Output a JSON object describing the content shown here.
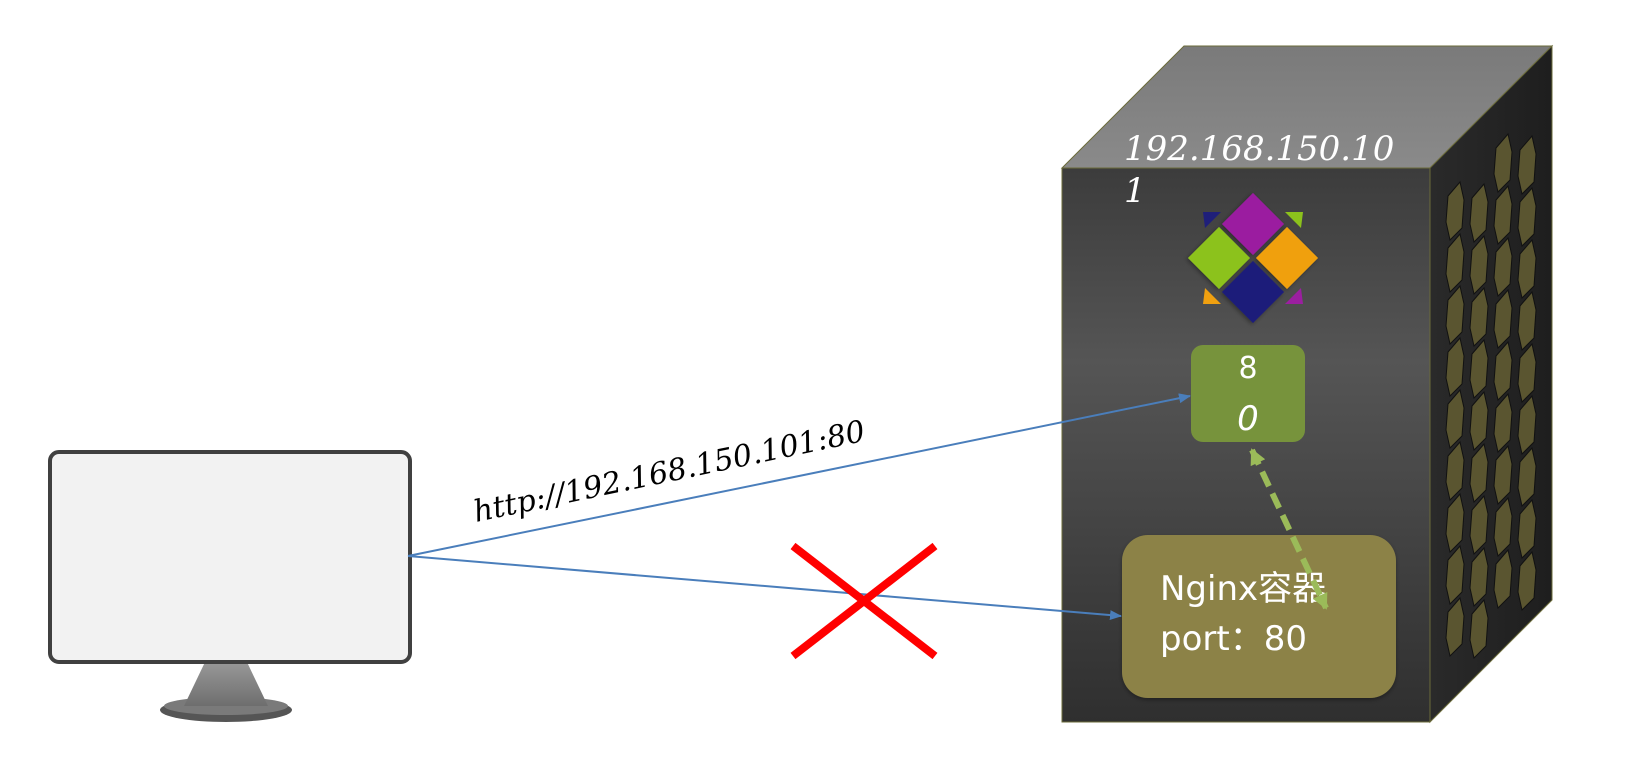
{
  "server": {
    "ip_line1": "192.168.150.10",
    "ip_line2": "1",
    "host_port_line1": "8",
    "host_port_line2": "0",
    "container_name": "Nginx容器",
    "container_port": "port：80",
    "logo_icon": "docker-style-diamond-logo"
  },
  "request": {
    "url": "http://192.168.150.101:80"
  },
  "blocked": {
    "icon": "red-x-cross-icon"
  },
  "colors": {
    "arrow": "#4a7ebb",
    "host_port_box": "#77933c",
    "container_box": "#8c8247",
    "port_mapping": "#9bbb59",
    "cross": "#ff0000",
    "server_front": "#3a3a3a",
    "monitor_screen": "#f2f2f2"
  }
}
